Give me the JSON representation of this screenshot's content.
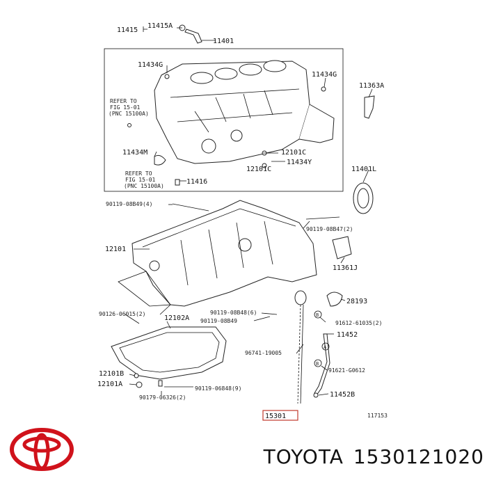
{
  "diagram": {
    "labels": {
      "p11415": "11415",
      "p11415A": "11415A",
      "p11401": "11401",
      "p11434G_left": "11434G",
      "p11434G_right": "11434G",
      "p11363A": "11363A",
      "p11434M": "11434M",
      "p12101C_top": "12101C",
      "p12101C_bot": "12101C",
      "p11434Y": "11434Y",
      "p11416": "11416",
      "p11401L": "11401L",
      "p90119_08B49_4": "90119-08B49(4)",
      "p90119_08B47_2": "90119-08B47(2)",
      "p12101": "12101",
      "p11361J": "11361J",
      "p28193": "28193",
      "p90126_06015_2": "90126-06015(2)",
      "p90119_08B48_6": "90119-08B48(6)",
      "p90119_08B49": "90119-08B49",
      "p91612_61035_2": "91612-61035(2)",
      "p12102A": "12102A",
      "p11452": "11452",
      "p96741_19005": "96741-19005",
      "p91621_G0612": "91621-G0612",
      "p12101B": "12101B",
      "p12101A": "12101A",
      "p11452B": "11452B",
      "p90119_06848_9": "90119-06848(9)",
      "p90179_06326_2": "90179-06326(2)",
      "p15301": "15301",
      "drawing_no": "117153",
      "refer1_a": "REFER TO",
      "refer1_b": "FIG 15-01",
      "refer1_c": "(PNC 15100A)",
      "refer2_a": "REFER TO",
      "refer2_b": "FIG 15-01",
      "refer2_c": "(PNC 15100A)",
      "bolt_B": "B",
      "bolt_B2": "B",
      "bolt_A": "A"
    }
  },
  "footer": {
    "brand": "TOYOTA",
    "part_number": "1530121020"
  },
  "colors": {
    "logo_red": "#d0121b",
    "ink": "#111111"
  }
}
